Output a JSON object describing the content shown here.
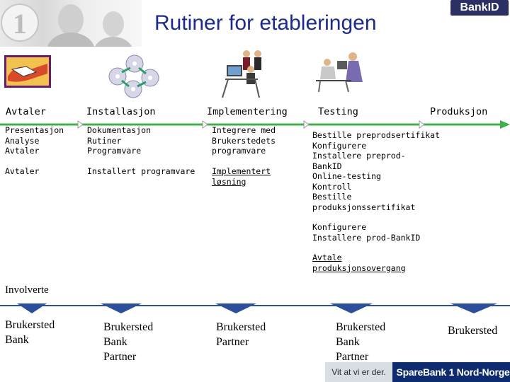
{
  "header": {
    "title": "Rutiner for etableringen",
    "logo_text": "BankID",
    "photo_badge": "1"
  },
  "stages": [
    {
      "label": "Avtaler"
    },
    {
      "label": "Installasjon"
    },
    {
      "label": "Implementering"
    },
    {
      "label": "Testing"
    },
    {
      "label": "Produksjon"
    }
  ],
  "activities": {
    "avtaler": "Presentasjon\nAnalyse\nAvtaler",
    "installasjon": "Dokumentasjon\nRutiner\nProgramvare",
    "implementering": "Integrere med\nBrukerstedets\nprogramvare",
    "testing": "Bestille preprodsertifikat\nKonfigurere\nInstallere preprod-\nBankID\nOnline-testing\nKontroll\nBestille\nproduksjonssertifikat"
  },
  "outcomes": {
    "avtaler": "Avtaler",
    "installasjon": "Installert programvare",
    "implementering": "Implementert\nløsning"
  },
  "production": {
    "steps": "Konfigurere\nInstallere prod-BankID",
    "outcome": "Avtale\nproduksjonsovergang"
  },
  "involved": {
    "heading": "Involverte",
    "columns": [
      "Brukersted\nBank",
      "Brukersted\nBank\nPartner",
      "Brukersted\nPartner",
      "Brukersted\nBank\nPartner",
      "Brukersted"
    ]
  },
  "footer": {
    "slogan": "Vit at vi er der.",
    "bank_logo": "SpareBank 1 Nord-Norge"
  },
  "colors": {
    "title": "#1c2a8c",
    "timeline": "#3fb04a",
    "involved_line": "#2b4f9a",
    "footer_bg": "#0d2b6e"
  }
}
